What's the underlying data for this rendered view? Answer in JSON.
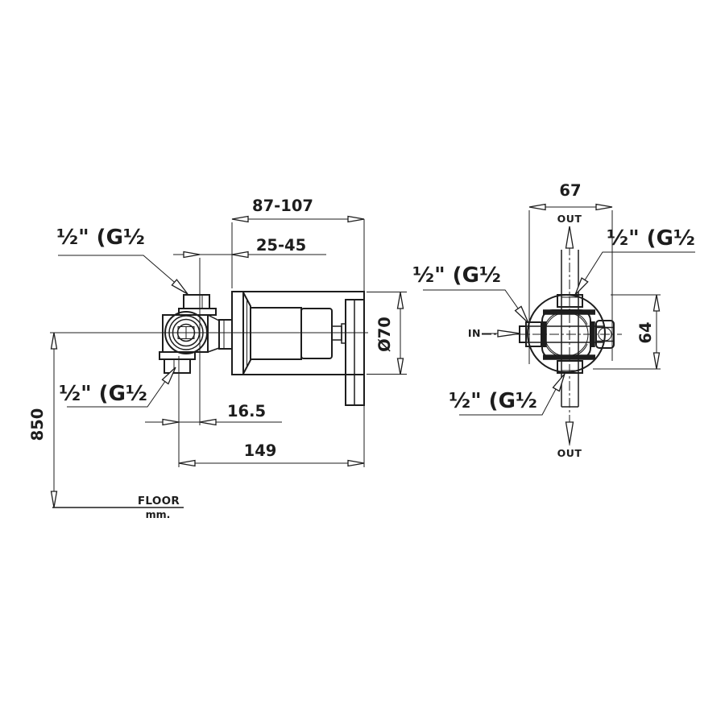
{
  "left_view": {
    "dim_depth_range": "87-107",
    "dim_adjust_range": "25-45",
    "dim_offset": "16.5",
    "dim_length": "149",
    "dim_height": "850",
    "dim_plate_diameter": "Ø70",
    "label_top_port": "½\" (G½",
    "label_bottom_port": "½\" (G½",
    "floor_label": "FLOOR",
    "floor_units": "mm."
  },
  "right_view": {
    "dim_width": "67",
    "dim_height": "64",
    "label_out_top": "OUT",
    "label_in": "IN",
    "label_out_bottom": "OUT",
    "label_top_port": "½\" (G½",
    "label_left_port": "½\" (G½",
    "label_bottom_port": "½\" (G½"
  },
  "colors": {
    "line": "#1d1d1d",
    "background": "#ffffff"
  }
}
